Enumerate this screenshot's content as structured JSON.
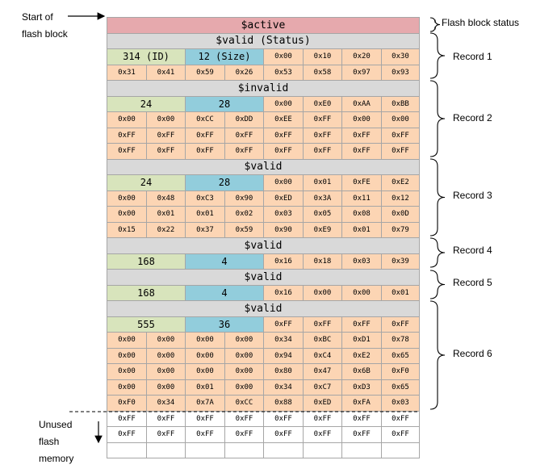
{
  "colors": {
    "header_active": "#e6a9ad",
    "header_gray": "#d9d9d9",
    "id_green": "#d8e4bc",
    "size_blue": "#92cddc",
    "byte_orange": "#fcd5b4",
    "unused_white": "#ffffff",
    "border": "#a6a6a6"
  },
  "labels": {
    "start_of_flash_block": [
      "Start of",
      "flash block"
    ],
    "flash_block_status": "Flash block status",
    "unused_flash_memory": [
      "Unused",
      "flash",
      "memory"
    ],
    "records": [
      "Record 1",
      "Record 2",
      "Record 3",
      "Record 4",
      "Record 5",
      "Record 6"
    ]
  },
  "rows": [
    {
      "kind": "header",
      "style": "active",
      "text": "$active"
    },
    {
      "kind": "header",
      "style": "gray",
      "text": "$valid (Status)"
    },
    {
      "kind": "idsize",
      "id": "314 (ID)",
      "size": "12 (Size)",
      "bytes": [
        "0x00",
        "0x10",
        "0x20",
        "0x30"
      ]
    },
    {
      "kind": "bytes",
      "cells": [
        "0x31",
        "0x41",
        "0x59",
        "0x26",
        "0x53",
        "0x58",
        "0x97",
        "0x93"
      ]
    },
    {
      "kind": "header",
      "style": "gray",
      "text": "$invalid"
    },
    {
      "kind": "idsize",
      "id": "24",
      "size": "28",
      "bytes": [
        "0x00",
        "0xE0",
        "0xAA",
        "0xBB"
      ]
    },
    {
      "kind": "bytes",
      "cells": [
        "0x00",
        "0x00",
        "0xCC",
        "0xDD",
        "0xEE",
        "0xFF",
        "0x00",
        "0x00"
      ]
    },
    {
      "kind": "bytes",
      "cells": [
        "0xFF",
        "0xFF",
        "0xFF",
        "0xFF",
        "0xFF",
        "0xFF",
        "0xFF",
        "0xFF"
      ]
    },
    {
      "kind": "bytes",
      "cells": [
        "0xFF",
        "0xFF",
        "0xFF",
        "0xFF",
        "0xFF",
        "0xFF",
        "0xFF",
        "0xFF"
      ]
    },
    {
      "kind": "header",
      "style": "gray",
      "text": "$valid"
    },
    {
      "kind": "idsize",
      "id": "24",
      "size": "28",
      "bytes": [
        "0x00",
        "0x01",
        "0xFE",
        "0xE2"
      ]
    },
    {
      "kind": "bytes",
      "cells": [
        "0x00",
        "0x48",
        "0xC3",
        "0x90",
        "0xED",
        "0x3A",
        "0x11",
        "0x12"
      ]
    },
    {
      "kind": "bytes",
      "cells": [
        "0x00",
        "0x01",
        "0x01",
        "0x02",
        "0x03",
        "0x05",
        "0x08",
        "0x0D"
      ]
    },
    {
      "kind": "bytes",
      "cells": [
        "0x15",
        "0x22",
        "0x37",
        "0x59",
        "0x90",
        "0xE9",
        "0x01",
        "0x79"
      ]
    },
    {
      "kind": "header",
      "style": "gray",
      "text": "$valid"
    },
    {
      "kind": "idsize",
      "id": "168",
      "size": "4",
      "bytes": [
        "0x16",
        "0x18",
        "0x03",
        "0x39"
      ]
    },
    {
      "kind": "header",
      "style": "gray",
      "text": "$valid"
    },
    {
      "kind": "idsize",
      "id": "168",
      "size": "4",
      "bytes": [
        "0x16",
        "0x00",
        "0x00",
        "0x01"
      ]
    },
    {
      "kind": "header",
      "style": "gray",
      "text": "$valid"
    },
    {
      "kind": "idsize",
      "id": "555",
      "size": "36",
      "bytes": [
        "0xFF",
        "0xFF",
        "0xFF",
        "0xFF"
      ]
    },
    {
      "kind": "bytes",
      "cells": [
        "0x00",
        "0x00",
        "0x00",
        "0x00",
        "0x34",
        "0xBC",
        "0xD1",
        "0x78"
      ]
    },
    {
      "kind": "bytes",
      "cells": [
        "0x00",
        "0x00",
        "0x00",
        "0x00",
        "0x94",
        "0xC4",
        "0xE2",
        "0x65"
      ]
    },
    {
      "kind": "bytes",
      "cells": [
        "0x00",
        "0x00",
        "0x00",
        "0x00",
        "0x80",
        "0x47",
        "0x6B",
        "0xF0"
      ]
    },
    {
      "kind": "bytes",
      "cells": [
        "0x00",
        "0x00",
        "0x01",
        "0x00",
        "0x34",
        "0xC7",
        "0xD3",
        "0x65"
      ]
    },
    {
      "kind": "bytes",
      "cells": [
        "0xF0",
        "0x34",
        "0x7A",
        "0xCC",
        "0x88",
        "0xED",
        "0xFA",
        "0x03"
      ]
    },
    {
      "kind": "unused",
      "cells": [
        "0xFF",
        "0xFF",
        "0xFF",
        "0xFF",
        "0xFF",
        "0xFF",
        "0xFF",
        "0xFF"
      ]
    },
    {
      "kind": "unused",
      "cells": [
        "0xFF",
        "0xFF",
        "0xFF",
        "0xFF",
        "0xFF",
        "0xFF",
        "0xFF",
        "0xFF"
      ]
    },
    {
      "kind": "blank"
    }
  ]
}
